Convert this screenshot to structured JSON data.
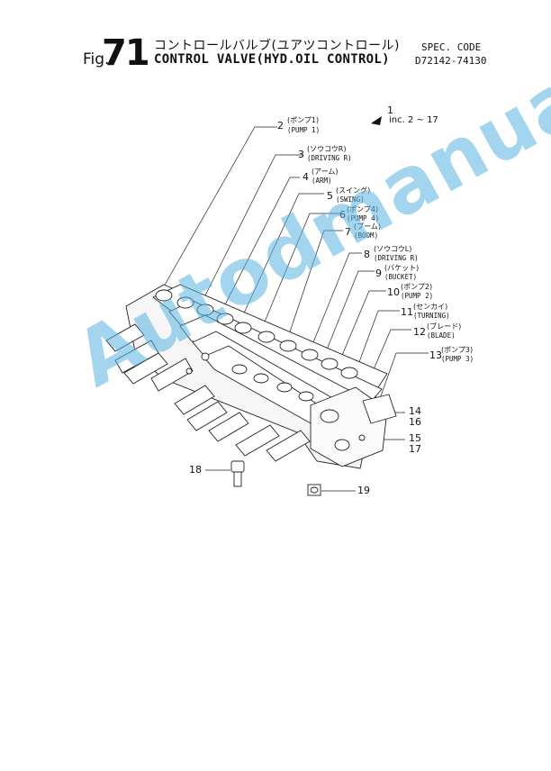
{
  "header": {
    "fig_word": "Fig.",
    "fig_number": "71",
    "title_jp": "コントロールバルブ(ユアツコントロール)",
    "title_en": "CONTROL VALVE(HYD.OIL CONTROL)",
    "spec_label": "SPEC. CODE",
    "spec_code": "D72142-74130"
  },
  "assembly": {
    "number": "1",
    "note": "inc. 2 ~ 17"
  },
  "parts": [
    {
      "no": "2",
      "jp": "(ポンプ1)",
      "en": "(PUMP 1)"
    },
    {
      "no": "3",
      "jp": "(ソウコウR)",
      "en": "(DRIVING R)"
    },
    {
      "no": "4",
      "jp": "(アーム)",
      "en": "(ARM)"
    },
    {
      "no": "5",
      "jp": "(スイング)",
      "en": "(SWING)"
    },
    {
      "no": "6",
      "jp": "(ポンプ4)",
      "en": "(PUMP 4)"
    },
    {
      "no": "7",
      "jp": "(ブーム)",
      "en": "(BOOM)"
    },
    {
      "no": "8",
      "jp": "(ソウコウL)",
      "en": "(DRIVING R)"
    },
    {
      "no": "9",
      "jp": "(バケット)",
      "en": "(BUCKET)"
    },
    {
      "no": "10",
      "jp": "(ポンプ2)",
      "en": "(PUMP 2)"
    },
    {
      "no": "11",
      "jp": "(センカイ)",
      "en": "(TURNING)"
    },
    {
      "no": "12",
      "jp": "(ブレード)",
      "en": "(BLADE)"
    },
    {
      "no": "13",
      "jp": "(ポンプ3)",
      "en": "(PUMP 3)"
    }
  ],
  "extra_labels": [
    "14",
    "16",
    "15",
    "17",
    "18",
    "19"
  ],
  "watermark": "Autodmanual"
}
